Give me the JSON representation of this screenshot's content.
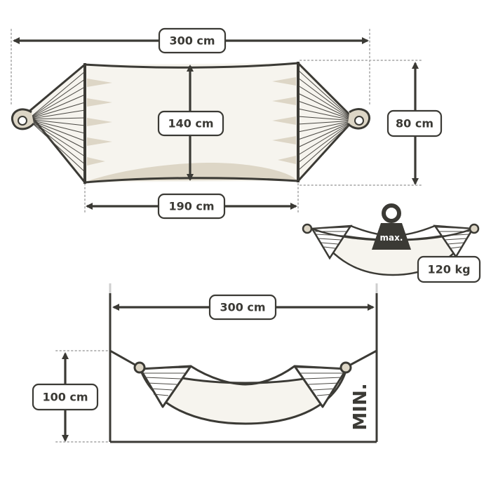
{
  "diagram": {
    "top_view": {
      "total_length": "300 cm",
      "bed_width": "140 cm",
      "end_height": "80 cm",
      "bed_length": "190 cm"
    },
    "load": {
      "weight_label": "max.",
      "max_load": "120 kg"
    },
    "side_view": {
      "span": "300 cm",
      "height": "100 cm",
      "min_label": "MIN."
    },
    "colors": {
      "outline": "#3b3a35",
      "fabric": "#f6f4ee",
      "shade": "#ddd6c6",
      "dotted_guide": "#b9b9b9"
    }
  }
}
